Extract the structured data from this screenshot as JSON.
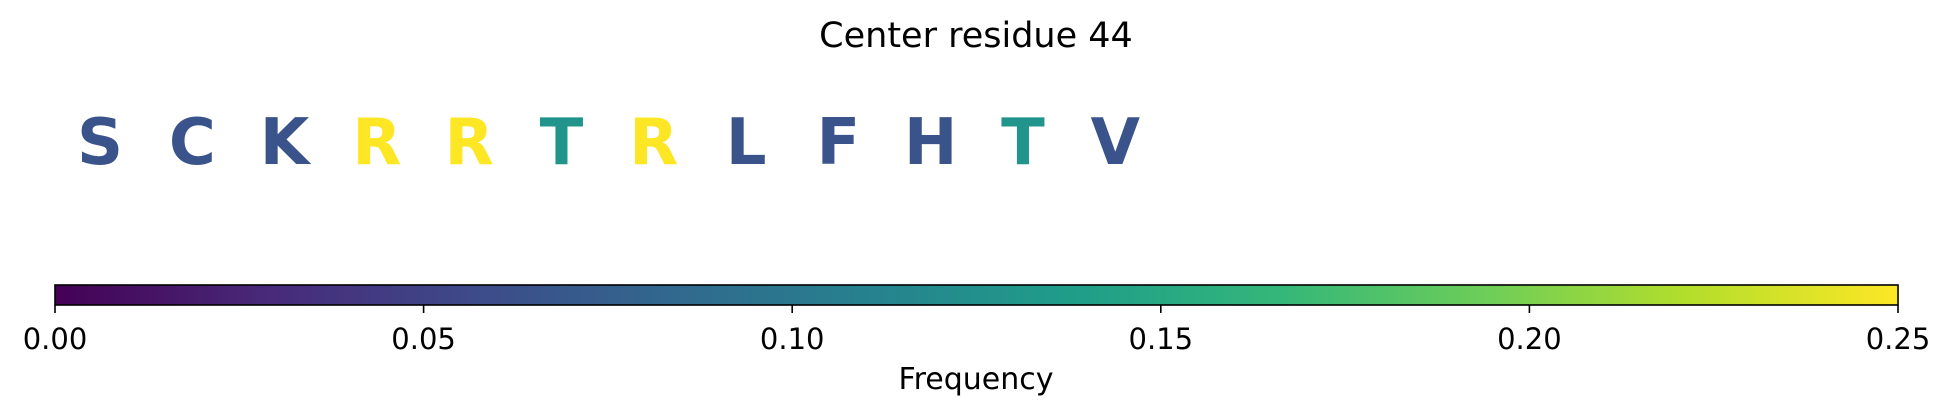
{
  "chart_data": {
    "type": "heatmap",
    "title": "Center residue 44",
    "residues": [
      {
        "letter": "S",
        "value": 0.065
      },
      {
        "letter": "C",
        "value": 0.065
      },
      {
        "letter": "K",
        "value": 0.065
      },
      {
        "letter": "R",
        "value": 0.25
      },
      {
        "letter": "R",
        "value": 0.25
      },
      {
        "letter": "T",
        "value": 0.13
      },
      {
        "letter": "R",
        "value": 0.25
      },
      {
        "letter": "L",
        "value": 0.065
      },
      {
        "letter": "F",
        "value": 0.065
      },
      {
        "letter": "H",
        "value": 0.065
      },
      {
        "letter": "T",
        "value": 0.13
      },
      {
        "letter": "V",
        "value": 0.065
      }
    ],
    "colorbar": {
      "label": "Frequency",
      "range": [
        0,
        0.25
      ],
      "ticks": [
        "0.00",
        "0.05",
        "0.10",
        "0.15",
        "0.20",
        "0.25"
      ],
      "colormap": "viridis"
    },
    "colors": {
      "viridis": [
        "#440154",
        "#482878",
        "#3e4989",
        "#31688e",
        "#26828e",
        "#1f9e89",
        "#35b779",
        "#6ece58",
        "#b5de2b",
        "#fde725"
      ]
    }
  }
}
